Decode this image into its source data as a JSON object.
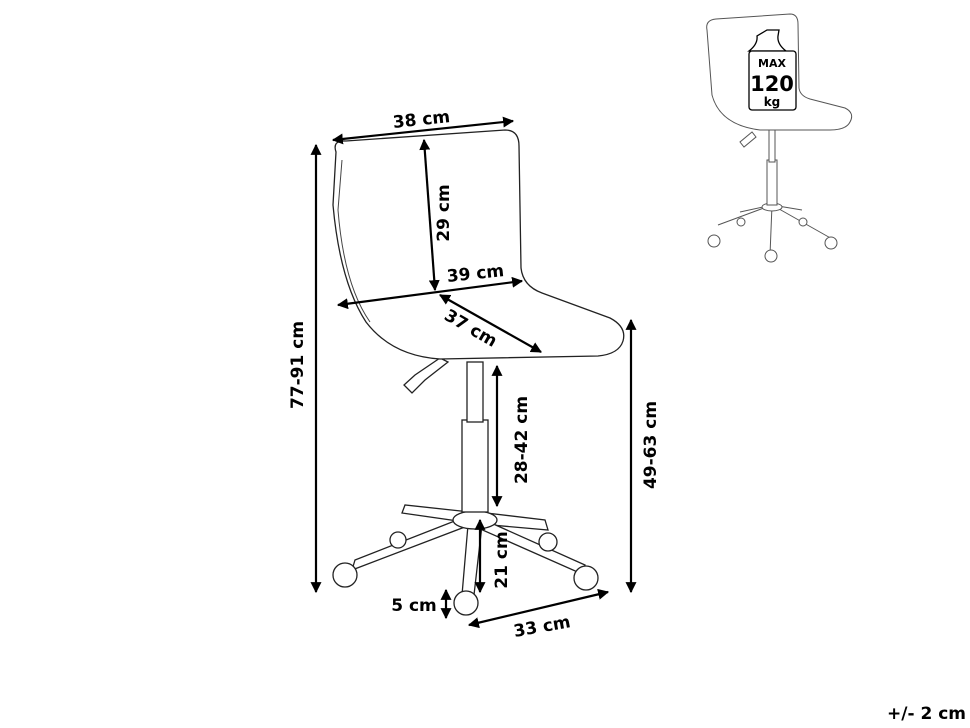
{
  "dimensions": {
    "back_width": "38 cm",
    "back_height": "29 cm",
    "seat_width": "39 cm",
    "seat_depth": "37 cm",
    "total_height": "77-91 cm",
    "lift_range": "28-42 cm",
    "seat_height": "49-63 cm",
    "base_height": "21 cm",
    "wheel_height": "5 cm",
    "leg_length": "33 cm"
  },
  "weight_badge": {
    "line1": "MAX",
    "line2": "120",
    "line3": "kg"
  },
  "tolerance": "+/- 2 cm"
}
